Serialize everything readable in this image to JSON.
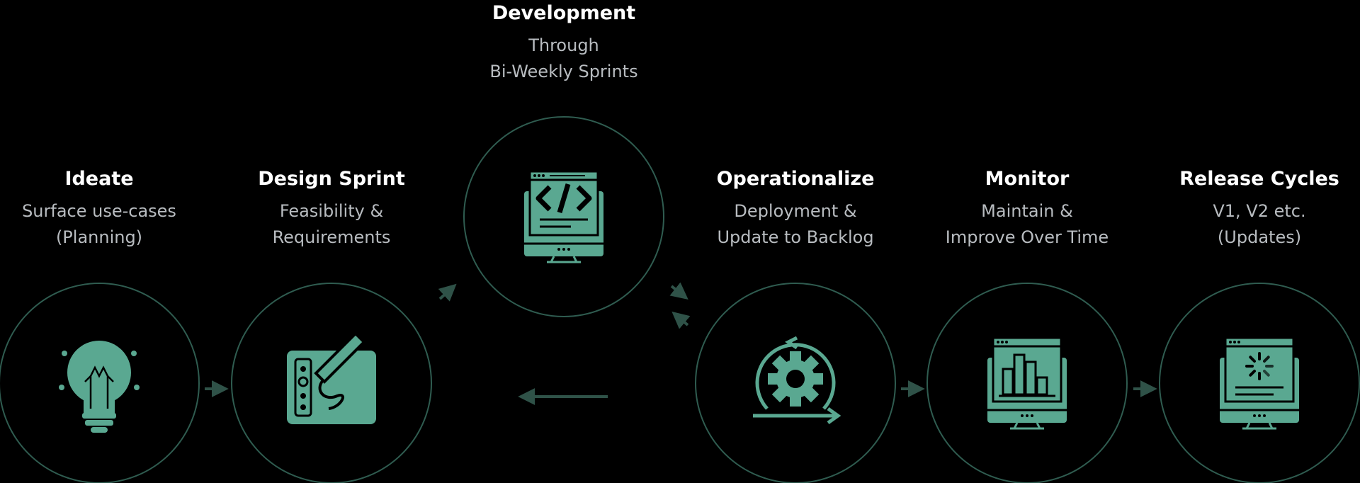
{
  "colors": {
    "background": "#000000",
    "accent": "#5aa891",
    "ring": "#2f5c50",
    "arrow": "#2f5248",
    "title": "#ffffff",
    "subtitle": "#b8bcc0"
  },
  "stages": [
    {
      "id": "ideate",
      "title": "Ideate",
      "line1": "Surface use-cases",
      "line2": "(Planning)",
      "icon": "lightbulb-icon"
    },
    {
      "id": "design",
      "title": "Design Sprint",
      "line1": "Feasibility &",
      "line2": "Requirements",
      "icon": "drawing-tablet-icon"
    },
    {
      "id": "development",
      "title": "Development",
      "line1": "Through",
      "line2": "Bi-Weekly Sprints",
      "icon": "code-monitor-icon"
    },
    {
      "id": "operationalize",
      "title": "Operationalize",
      "line1": "Deployment &",
      "line2": "Update to Backlog",
      "icon": "gear-cycle-icon"
    },
    {
      "id": "monitor",
      "title": "Monitor",
      "line1": "Maintain &",
      "line2": "Improve Over Time",
      "icon": "bar-chart-monitor-icon"
    },
    {
      "id": "release",
      "title": "Release Cycles",
      "line1": "V1, V2 etc.",
      "line2": "(Updates)",
      "icon": "loading-monitor-icon"
    }
  ]
}
